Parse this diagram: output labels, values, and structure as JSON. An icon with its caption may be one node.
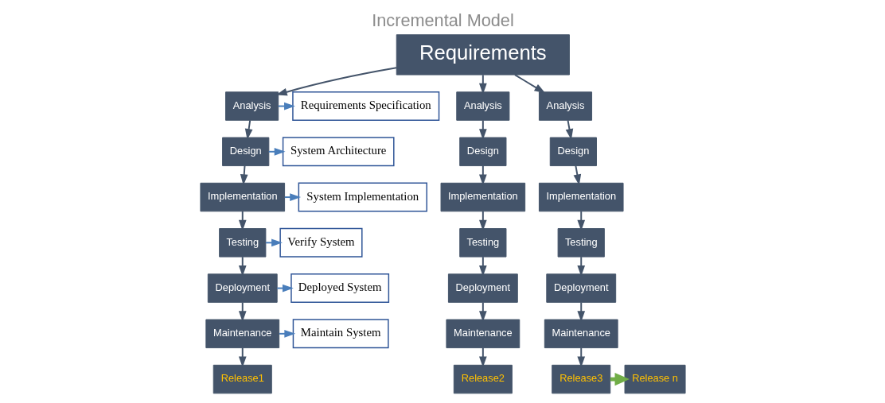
{
  "diagram": {
    "title": "Incremental Model",
    "nodes": [
      {
        "text": [
          "Requirements"
        ]
      },
      {
        "text": [
          "Analysis"
        ]
      },
      {
        "text": [
          "Design"
        ]
      },
      {
        "text": [
          "Implementation"
        ]
      },
      {
        "text": [
          "Testing"
        ]
      },
      {
        "text": [
          "Deployment"
        ]
      },
      {
        "text": [
          "Maintenance"
        ]
      },
      {
        "text": [
          "Release1"
        ]
      },
      {
        "text": [
          "Analysis"
        ]
      },
      {
        "text": [
          "Design"
        ]
      },
      {
        "text": [
          "Implementation"
        ]
      },
      {
        "text": [
          "Testing"
        ]
      },
      {
        "text": [
          "Deployment"
        ]
      },
      {
        "text": [
          "Maintenance"
        ]
      },
      {
        "text": [
          "Release2"
        ]
      },
      {
        "text": [
          "Analysis"
        ]
      },
      {
        "text": [
          "Design"
        ]
      },
      {
        "text": [
          "Implementation"
        ]
      },
      {
        "text": [
          "Testing"
        ]
      },
      {
        "text": [
          "Deployment"
        ]
      },
      {
        "text": [
          "Maintenance"
        ]
      },
      {
        "text": [
          "Release3"
        ]
      },
      {
        "text": [
          "Release n"
        ]
      },
      {
        "text": [
          "Requirements Specification"
        ]
      },
      {
        "text": [
          "System Architecture"
        ]
      },
      {
        "text": [
          "System Implementation"
        ]
      },
      {
        "text": [
          "Verify System"
        ]
      },
      {
        "text": [
          "Deployed System"
        ]
      },
      {
        "text": [
          "Maintain System"
        ]
      }
    ],
    "edges": [
      {
        "from": 0,
        "to": 1,
        "arrow": "to"
      },
      {
        "from": 0,
        "to": 8,
        "arrow": "to"
      },
      {
        "from": 0,
        "to": 15,
        "arrow": "to"
      },
      {
        "from": 1,
        "to": 2,
        "arrow": "to"
      },
      {
        "from": 2,
        "to": 3,
        "arrow": "to"
      },
      {
        "from": 3,
        "to": 4,
        "arrow": "to"
      },
      {
        "from": 4,
        "to": 5,
        "arrow": "to"
      },
      {
        "from": 5,
        "to": 6,
        "arrow": "to"
      },
      {
        "from": 6,
        "to": 7,
        "arrow": "to"
      },
      {
        "from": 8,
        "to": 9,
        "arrow": "to"
      },
      {
        "from": 9,
        "to": 10,
        "arrow": "to"
      },
      {
        "from": 10,
        "to": 11,
        "arrow": "to"
      },
      {
        "from": 11,
        "to": 12,
        "arrow": "to"
      },
      {
        "from": 12,
        "to": 13,
        "arrow": "to"
      },
      {
        "from": 13,
        "to": 14,
        "arrow": "to"
      },
      {
        "from": 15,
        "to": 16,
        "arrow": "to"
      },
      {
        "from": 16,
        "to": 17,
        "arrow": "to"
      },
      {
        "from": 17,
        "to": 18,
        "arrow": "to"
      },
      {
        "from": 18,
        "to": 19,
        "arrow": "to"
      },
      {
        "from": 19,
        "to": 20,
        "arrow": "to"
      },
      {
        "from": 20,
        "to": 21,
        "arrow": "to"
      },
      {
        "from": 21,
        "to": 22,
        "arrow": "to",
        "style": "thick",
        "color": "#70ad47"
      },
      {
        "from": 1,
        "to": 23,
        "arrow": "to",
        "color": "#4a7ebb"
      },
      {
        "from": 2,
        "to": 24,
        "arrow": "to",
        "color": "#4a7ebb"
      },
      {
        "from": 3,
        "to": 25,
        "arrow": "to",
        "color": "#4a7ebb"
      },
      {
        "from": 4,
        "to": 26,
        "arrow": "to",
        "color": "#4a7ebb"
      },
      {
        "from": 5,
        "to": 27,
        "arrow": "to",
        "color": "#4a7ebb"
      },
      {
        "from": 6,
        "to": 28,
        "arrow": "to",
        "color": "#4a7ebb"
      }
    ]
  }
}
